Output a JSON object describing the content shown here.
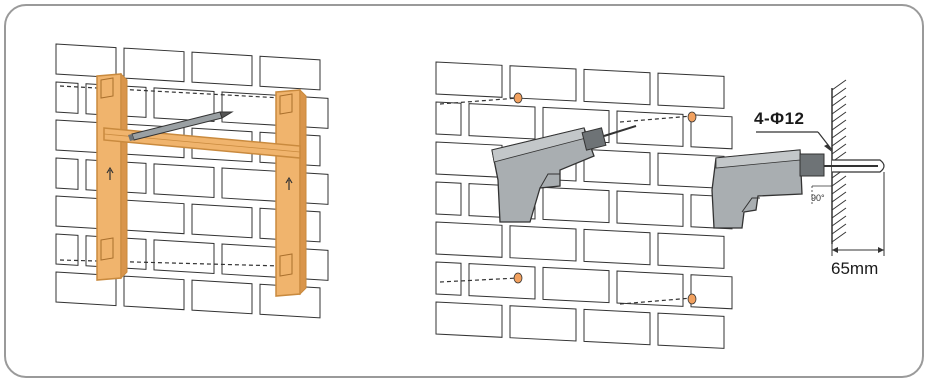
{
  "annotations": {
    "hole_spec": "4-Φ12",
    "drill_depth": "65mm",
    "drill_angle": "90°"
  },
  "colors": {
    "wood_bracket": "#f0b46d",
    "wood_edge": "#c98a3e",
    "drill_body": "#a9aeb1",
    "drill_dark": "#6e7376",
    "anchor_hole": "#f2a15f",
    "brick_stroke": "#333333",
    "frame_border": "#9a9a9a"
  },
  "icons": [
    "pencil-icon",
    "electric-drill-icon",
    "wall-hatching-icon"
  ]
}
